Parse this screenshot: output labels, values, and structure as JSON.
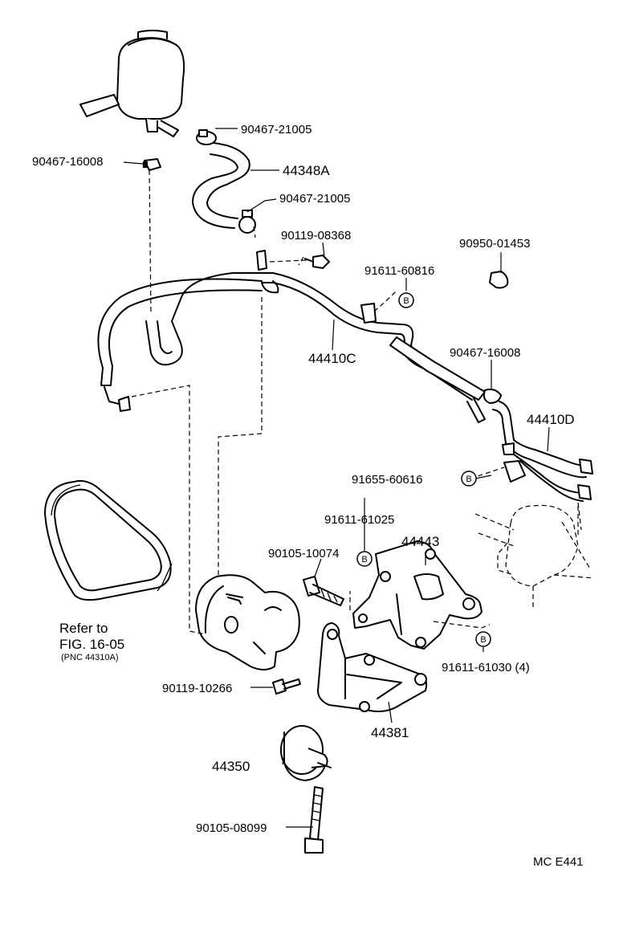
{
  "labels": {
    "clamp_top": "90467-21005",
    "clamp_left": "90467-16008",
    "hose_a": "44348A",
    "clamp_mid": "90467-21005",
    "bolt_top": "90119-08368",
    "cap": "90950-01453",
    "bolt_b1": "91611-60816",
    "tube_c": "44410C",
    "clamp_right": "90467-16008",
    "tube_d": "44410D",
    "bolt_b2": "91655-60616",
    "bolt_b3": "91611-61025",
    "bracket_top": "44443",
    "bolt_pump": "90105-10074",
    "bolt_b4": "91611-61030 (4)",
    "bolt_left": "90119-10266",
    "bracket_main": "44381",
    "pulley": "44350",
    "bolt_long": "90105-08099"
  },
  "badge_letter": "B",
  "refer": {
    "line1": "Refer to",
    "line2": "FIG. 16-05",
    "line3": "(PNC 44310A)"
  },
  "figure_code": "MC E441"
}
